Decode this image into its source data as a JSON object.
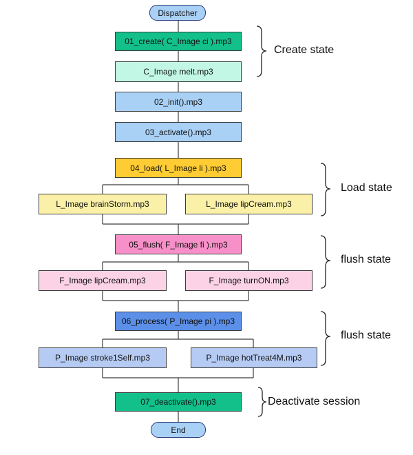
{
  "colors": {
    "pill": "#a9d0f5",
    "create_main": "#13c08a",
    "create_sub": "#c2f7e6",
    "blue_light": "#a9d0f5",
    "load": "#ffcc33",
    "load_sub": "#fbf0a8",
    "flush": "#f790c8",
    "flush_sub": "#fbd2e6",
    "process": "#5b8fe8",
    "process_sub": "#b6cbf3",
    "deactivate": "#13c08a"
  },
  "nodes": {
    "dispatcher": "Dispatcher",
    "create": "01_create( C_Image ci ).mp3",
    "melt": "C_Image melt.mp3",
    "init": "02_init().mp3",
    "activate": "03_activate().mp3",
    "load": "04_load( L_Image li ).mp3",
    "brainstorm": "L_Image brainStorm.mp3",
    "lipcream_l": "L_Image lipCream.mp3",
    "flush": "05_flush( F_Image fi ).mp3",
    "lipcream_f": "F_Image lipCream.mp3",
    "turnon": "F_Image turnON.mp3",
    "process": "06_process( P_Image pi ).mp3",
    "stroke": "P_Image stroke1Self.mp3",
    "hottreat": "P_Image hotTreat4M.mp3",
    "deactivate": "07_deactivate().mp3",
    "end": "End"
  },
  "labels": {
    "create_state": "Create state",
    "load_state": "Load state",
    "flush_state_1": "flush state",
    "flush_state_2": "flush state",
    "deactivate_session": "Deactivate session"
  }
}
